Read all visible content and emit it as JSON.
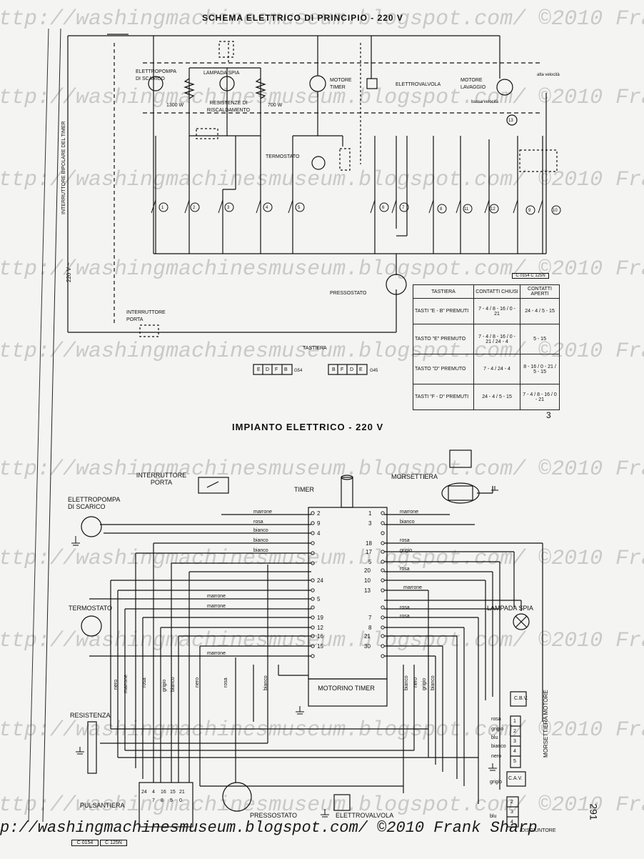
{
  "top": {
    "title": "SCHEMA ELETTRICO DI PRINCIPIO - 220 V",
    "labels": {
      "elettropompa": "ELETTROPOMPA DI SCARICO",
      "lampada": "LAMPADA SPIA",
      "resistenze": "RESISTENZE DI RISCALDAMENTO",
      "w1": "1300 W",
      "w2": "700 W",
      "motore_timer": "MOTORE TIMER",
      "elettrovalvola": "ELETTROVALVOLA",
      "motore_lavaggio": "MOTORE LAVAGGIO",
      "alta": "alta velocità",
      "bassa": "bassa velocità",
      "termostato": "TERMOSTATO",
      "interruttore_bipolare": "INTERRUTTORE BIPOLARE DEL TIMER",
      "v220": "220 V ~",
      "pressostato": "PRESSOSTATO",
      "interruttore_porta": "INTERRUTTORE PORTA",
      "tastiera": "TASTIERA",
      "code": "C 0154 C 125N",
      "g54": "G54",
      "g45": "G45",
      "keys1": [
        "E",
        "D",
        "F",
        "B"
      ],
      "keys2": [
        "B",
        "F",
        "D",
        "E"
      ],
      "circles": [
        "1",
        "2",
        "3",
        "4",
        "5",
        "6",
        "7",
        "8",
        "11",
        "12",
        "9",
        "10",
        "13"
      ]
    },
    "table": {
      "headers": [
        "TASTIERA",
        "CONTATTI CHIUSI",
        "CONTATTI APERTI"
      ],
      "rows": [
        [
          "TASTI \"E - B\" PREMUTI",
          "7 - 4 / 8 - 16 / 0 - 21",
          "24 - 4 / 5 - 15"
        ],
        [
          "TASTO \"E\" PREMUTO",
          "7 - 4 / 8 - 16 / 0 - 21 / 24 - 4",
          "5 - 15"
        ],
        [
          "TASTO \"D\" PREMUTO",
          "7 - 4 / 24 - 4",
          "8 - 16 / 0 - 21 / 5 - 15"
        ],
        [
          "TASTI \"F - D\" PREMUTI",
          "24 - 4 / 5 - 15",
          "7 - 4 / 8 - 16 / 0 - 21"
        ]
      ]
    },
    "page_number": "3"
  },
  "bottom": {
    "title": "IMPIANTO ELETTRICO - 220 V",
    "labels": {
      "interruttore_porta": "INTERRUTTORE PORTA",
      "timer": "TIMER",
      "morsettiera": "MORSETTIERA",
      "elettropompa": "ELETTROPOMPA DI SCARICO",
      "termostato": "TERMOSTATO",
      "lampada": "LAMPADA SPIA",
      "motorino": "MOTORINO TIMER",
      "resistenza": "RESISTENZA",
      "pulsantiera": "PULSANTIERA",
      "pressostato": "PRESSOSTATO",
      "elettrovalvola": "ELETTROVALVOLA",
      "cbv": "C.B.V.",
      "cav": "C.A.V.",
      "morsettiera_motore": "MORSETTIERA MOTORE",
      "disgiuntore": "DISGIUNTORE",
      "code1": "C 0154",
      "code2": "C 125N",
      "side_num": "291"
    },
    "timer_left_pins": [
      "2",
      "9",
      "4",
      "",
      "",
      "",
      "24",
      "",
      "5",
      "",
      "19",
      "12",
      "16",
      "15",
      ""
    ],
    "timer_right_pins": [
      "1",
      "3",
      "",
      "18",
      "17",
      "5",
      "20",
      "10",
      "13",
      "",
      "7",
      "8",
      "21",
      "30",
      ""
    ],
    "wires_left": [
      "marrone",
      "rosa",
      "bianco",
      "bianco",
      "bianco",
      "",
      "",
      "marrone",
      "marrone",
      "",
      "",
      "",
      "",
      "marrone"
    ],
    "wires_right": [
      "marrone",
      "bianco",
      "rosa",
      "grigio",
      "",
      "rosa",
      "",
      "marrone",
      "",
      "rosa",
      "rosa"
    ],
    "vertical_wires_left": [
      "nero",
      "marrone",
      "rosa",
      "grigio",
      "bianco",
      "nero",
      "rosa"
    ],
    "vertical_wires_right": [
      "bianco",
      "bianco",
      "nero",
      "grigio",
      "bianco"
    ],
    "motor_terminals": [
      "rosa",
      "grigio",
      "blu",
      "bianco",
      "nero"
    ],
    "motor_numbers": [
      "1",
      "2",
      "3",
      "4",
      "5"
    ],
    "pulsantiera_top": [
      "24",
      "4",
      "16",
      "15",
      "21"
    ],
    "pulsantiera_bottom": [
      "7",
      "8",
      "5",
      "0"
    ],
    "disgiuntore": [
      "grigio",
      "blu"
    ],
    "disg_numbers": [
      "2",
      "3",
      "4"
    ]
  },
  "watermark": "http://washingmachinesmuseum.blogspot.com/  ©2010 Frank Sharp",
  "footer": "p://washingmachinesmuseum.blogspot.com/  ©2010 Frank Sharp"
}
